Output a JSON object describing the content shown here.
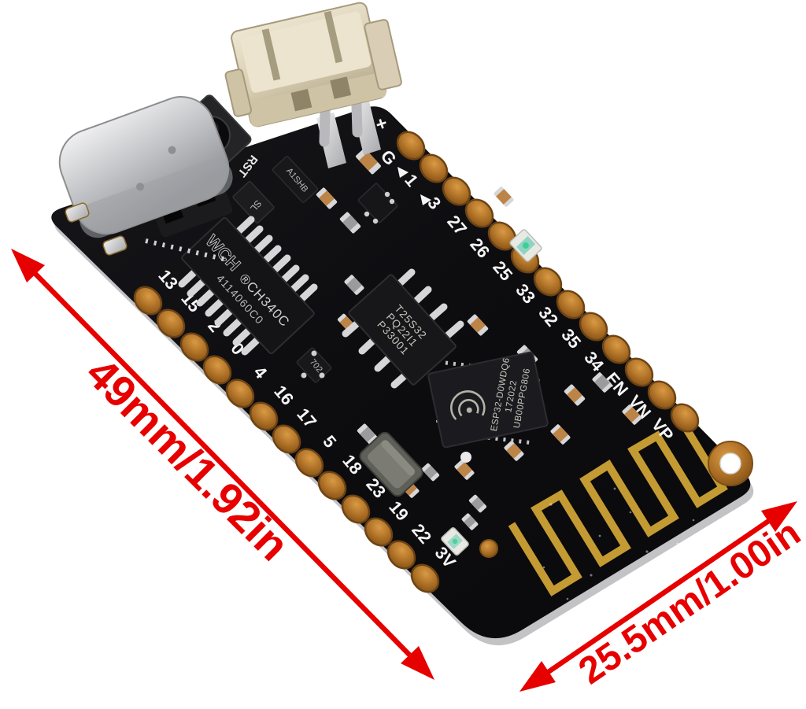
{
  "scene": {
    "description": "Product photo of a black ESP32 Lite development board tilted on a white background with red dimension arrows",
    "background_color": "#ffffff"
  },
  "dimensions": {
    "length": {
      "label": "49mm/1.92in"
    },
    "width": {
      "label": "25.5mm/1.00in"
    },
    "arrow_color": "#e60000"
  },
  "board": {
    "pcb_color": "#0e0e11",
    "pad_color": "#b06f28",
    "pin_labels_top": [
      "G",
      "1",
      "3",
      "27",
      "26",
      "25",
      "33",
      "32",
      "35",
      "34",
      "EN",
      "VN",
      "VP"
    ],
    "pin_labels_bottom": [
      "13",
      "15",
      "2",
      "0",
      "4",
      "16",
      "17",
      "5",
      "18",
      "23",
      "19",
      "22",
      "3V"
    ],
    "silkscreen": {
      "reset": "RST",
      "battery_positive": "+"
    },
    "components": {
      "usb_serial_chip": {
        "logo": "WCH",
        "part": "®CH340C",
        "lot": "4114060C0"
      },
      "wifi_chip": {
        "line1": "ESP32-D0WDQ6",
        "line2": "172022",
        "line3": "UB00PPG806"
      },
      "flash_chip": {
        "line1": "T25S32",
        "line2": "PQ22I1",
        "line3": "P33001"
      },
      "mosfet_marking": "A1SHB",
      "diode_marking": "SL",
      "transistor_marking": "702"
    }
  }
}
